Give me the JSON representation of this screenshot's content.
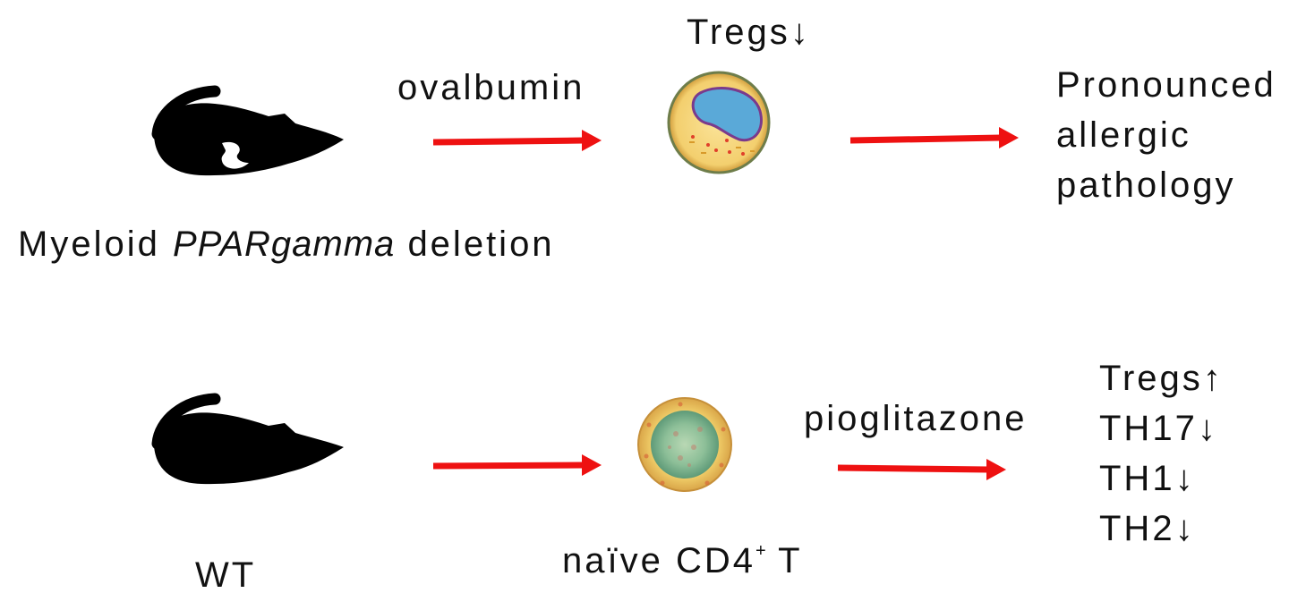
{
  "colors": {
    "arrow": "#ee1111",
    "mouse": "#000000",
    "cell_cytoplasm": "#f5d27a",
    "cell_nucleus": "#5aa9d8",
    "naive_core": "#8cc49a"
  },
  "top_row": {
    "mouse_label_prefix": "Myeloid",
    "mouse_label_gene": "PPARgamma",
    "mouse_label_suffix": "deletion",
    "stimulus": "ovalbumin",
    "cell_label": "Tregs↓",
    "outcome": [
      "Pronounced",
      "allergic",
      "pathology"
    ]
  },
  "bottom_row": {
    "mouse_label": "WT",
    "cell_label_main": "naïve CD4",
    "cell_label_sup": "+",
    "cell_label_end": "T",
    "treatment": "pioglitazone",
    "outcomes": [
      "Tregs↑",
      "TH17↓",
      "TH1↓",
      "TH2↓"
    ]
  }
}
